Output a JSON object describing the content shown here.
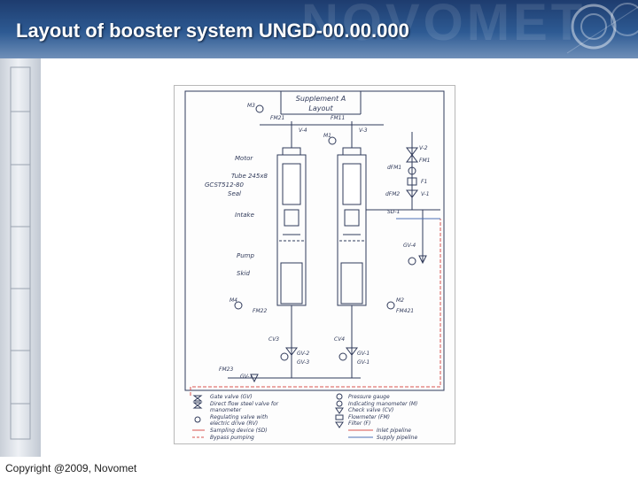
{
  "slide": {
    "title": "Layout of booster system UNGD-00.00.000",
    "copyright": "Copyright @2009, Novomet",
    "watermark": "NOVOMET"
  },
  "diagram": {
    "heading_1": "Supplement A",
    "heading_2": "Layout",
    "component_labels": {
      "motor": "Motor",
      "tube": "Tube 245x8",
      "tube_code": "GCST512-80",
      "seal": "Seal",
      "intake": "Intake",
      "pump": "Pump",
      "skid": "Skid"
    },
    "instrument_tags": {
      "m3": "M3",
      "m1": "M1",
      "m4": "M4",
      "m2": "M2",
      "fm21": "FM21",
      "fm11": "FM11",
      "fm22": "FM22",
      "fm23": "FM23",
      "fm421": "FM421",
      "v4": "V-4",
      "v3": "V-3",
      "v2": "V-2",
      "v1": "V-1",
      "fm1": "FM1",
      "fm4": "dFM1",
      "fm_d": "dFM2",
      "f1": "F1",
      "sd1": "SD-1",
      "gv4_right": "GV-4",
      "cv3": "CV3",
      "cv4": "CV4",
      "gv2": "GV-2",
      "gv3": "GV-3",
      "gv_left": "GV-1",
      "gv_right": "GV-1",
      "gv_bottom": "GV-1"
    },
    "legend": [
      {
        "text": "Gate valve (GV)"
      },
      {
        "text": "Direct flow steel valve for"
      },
      {
        "text": "manometer"
      },
      {
        "text": "Regulating valve with"
      },
      {
        "text": "electric drive (RV)"
      },
      {
        "text": "Sampling device (SD)"
      },
      {
        "text": "Bypass pumping"
      }
    ],
    "legend_right": [
      {
        "text": "Pressure gauge"
      },
      {
        "text": "Indicating manometer (M)"
      },
      {
        "text": "Check valve (CV)"
      },
      {
        "text": "Flowmeter (FM)"
      },
      {
        "text": "Filter (F)"
      },
      {
        "text": "Inlet pipeline"
      },
      {
        "text": "Supply pipeline"
      }
    ],
    "colors": {
      "bypass_line": "#d9534f",
      "supply_line": "#4a6fb5",
      "drawing_line": "#303a5a"
    }
  }
}
